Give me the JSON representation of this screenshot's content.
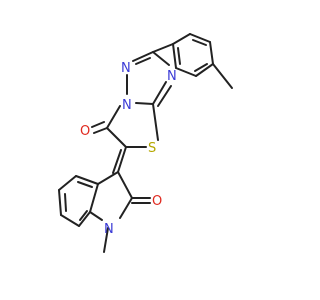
{
  "molecule": {
    "atoms": {
      "n1": "N",
      "n2": "N",
      "n3": "N",
      "s1": "S",
      "o1": "O",
      "n4": "N",
      "o2": "O"
    },
    "colors": {
      "bond": "#222222",
      "nitrogen": "#3b3bd6",
      "oxygen": "#e0291f",
      "sulfur": "#b5a800"
    }
  }
}
